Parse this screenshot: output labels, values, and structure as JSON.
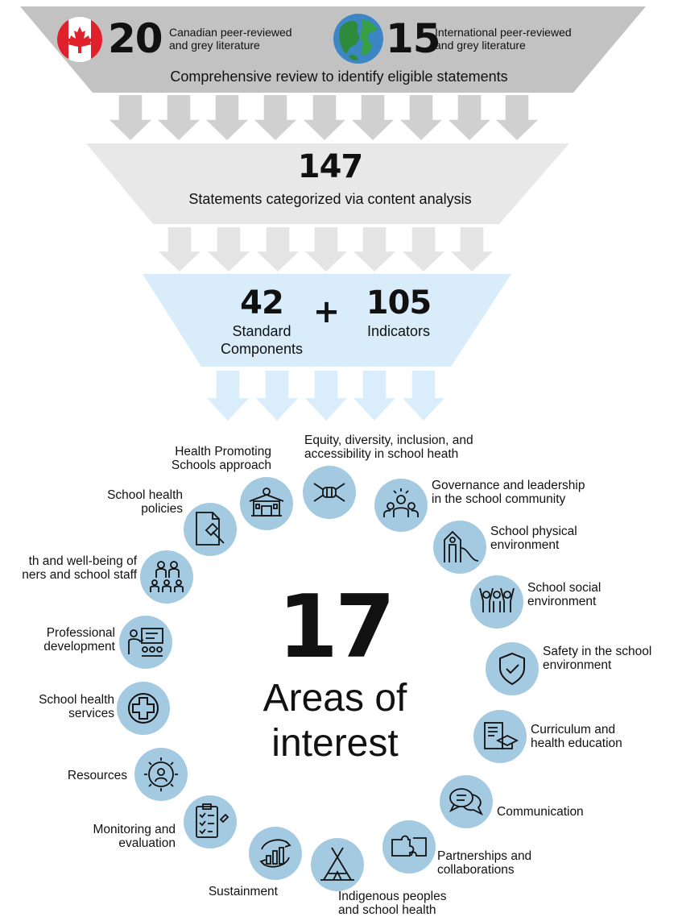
{
  "colors": {
    "funnel_top": "#c2c2c2",
    "funnel_mid": "#e8e8e8",
    "funnel_bottom": "#d8ecfa",
    "arrow_grey": "#d0d0d0",
    "arrow_light": "#e4e4e4",
    "arrow_blue": "#d9edfb",
    "circle_blue": "#a4cae1",
    "ink": "#111111"
  },
  "stage1": {
    "canadian_count": "20",
    "canadian_label_line1": "Canadian peer-reviewed",
    "canadian_label_line2": "and grey literature",
    "canadian_icon": "canada-flag-icon",
    "international_count": "15",
    "international_label_line1": "International peer-reviewed",
    "international_label_line2": "and grey literature",
    "international_icon": "globe-icon",
    "caption": "Comprehensive review to identify eligible statements"
  },
  "stage2": {
    "count": "147",
    "caption": "Statements categorized via content analysis"
  },
  "stage3": {
    "left_count": "42",
    "left_label_line1": "Standard",
    "left_label_line2": "Components",
    "plus": "+",
    "right_count": "105",
    "right_label": "Indicators"
  },
  "center": {
    "count": "17",
    "label_line1": "Areas of",
    "label_line2": "interest"
  },
  "areas": [
    {
      "id": "hps",
      "icon": "school-building-icon",
      "line1": "Health Promoting",
      "line2": "Schools approach"
    },
    {
      "id": "equity",
      "icon": "joined-hands-icon",
      "line1": "Equity, diversity, inclusion, and",
      "line2": "accessibility in school heath"
    },
    {
      "id": "governance",
      "icon": "leadership-group-icon",
      "line1": "Governance and leadership",
      "line2": "in the school community"
    },
    {
      "id": "physical",
      "icon": "playground-icon",
      "line1": "School physical",
      "line2": "environment"
    },
    {
      "id": "social",
      "icon": "people-cheering-icon",
      "line1": "School social",
      "line2": "environment"
    },
    {
      "id": "safety",
      "icon": "shield-check-icon",
      "line1": "Safety in the school",
      "line2": "environment"
    },
    {
      "id": "curriculum",
      "icon": "graduation-document-icon",
      "line1": "Curriculum and",
      "line2": "health education"
    },
    {
      "id": "communication",
      "icon": "speech-bubbles-icon",
      "line1": "Communication",
      "line2": ""
    },
    {
      "id": "partnerships",
      "icon": "puzzle-pieces-icon",
      "line1": "Partnerships and",
      "line2": "collaborations"
    },
    {
      "id": "indigenous",
      "icon": "tipi-icon",
      "line1": "Indigenous peoples",
      "line2": "and school health"
    },
    {
      "id": "sustainment",
      "icon": "growth-chart-icon",
      "line1": "Sustainment",
      "line2": ""
    },
    {
      "id": "monitoring",
      "icon": "checklist-icon",
      "line1": "Monitoring and",
      "line2": "evaluation"
    },
    {
      "id": "resources",
      "icon": "gear-person-icon",
      "line1": "Resources",
      "line2": ""
    },
    {
      "id": "services",
      "icon": "medical-cross-icon",
      "line1": "School health",
      "line2": "services"
    },
    {
      "id": "professional",
      "icon": "teacher-board-icon",
      "line1": "Professional",
      "line2": "development"
    },
    {
      "id": "wellbeing",
      "icon": "staff-group-icon",
      "line1": "th and well-being of",
      "line2": "ners and school staff"
    },
    {
      "id": "policies",
      "icon": "policy-gavel-icon",
      "line1": "School health",
      "line2": "policies"
    }
  ]
}
